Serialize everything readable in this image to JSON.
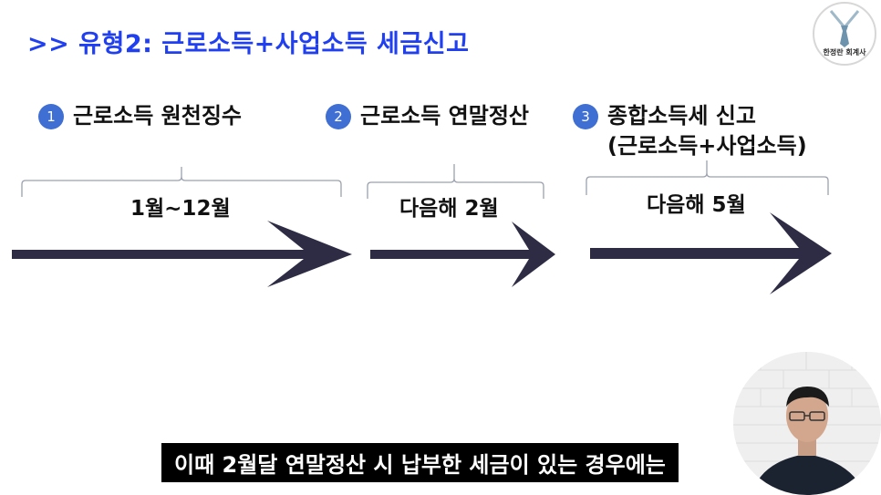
{
  "header": {
    "title": ">> 유형2: 근로소득+사업소득 세금신고",
    "logo_text": "한정란 회계사"
  },
  "steps": [
    {
      "number": "1",
      "label": "근로소득 원천징수",
      "period": "1월~12월"
    },
    {
      "number": "2",
      "label": "근로소득 연말정산",
      "period": "다음해 2월"
    },
    {
      "number": "3",
      "label": "종합소득세 신고\n(근로소득+사업소득)",
      "period": "다음해 5월"
    }
  ],
  "subtitle": "이때 2월달 연말정산 시 납부한 세금이 있는 경우에는",
  "colors": {
    "title": "#1f3ff0",
    "number_badge": "#3f6fd2",
    "arrow": "#2d2c44",
    "bracket": "#9aa0ad"
  }
}
